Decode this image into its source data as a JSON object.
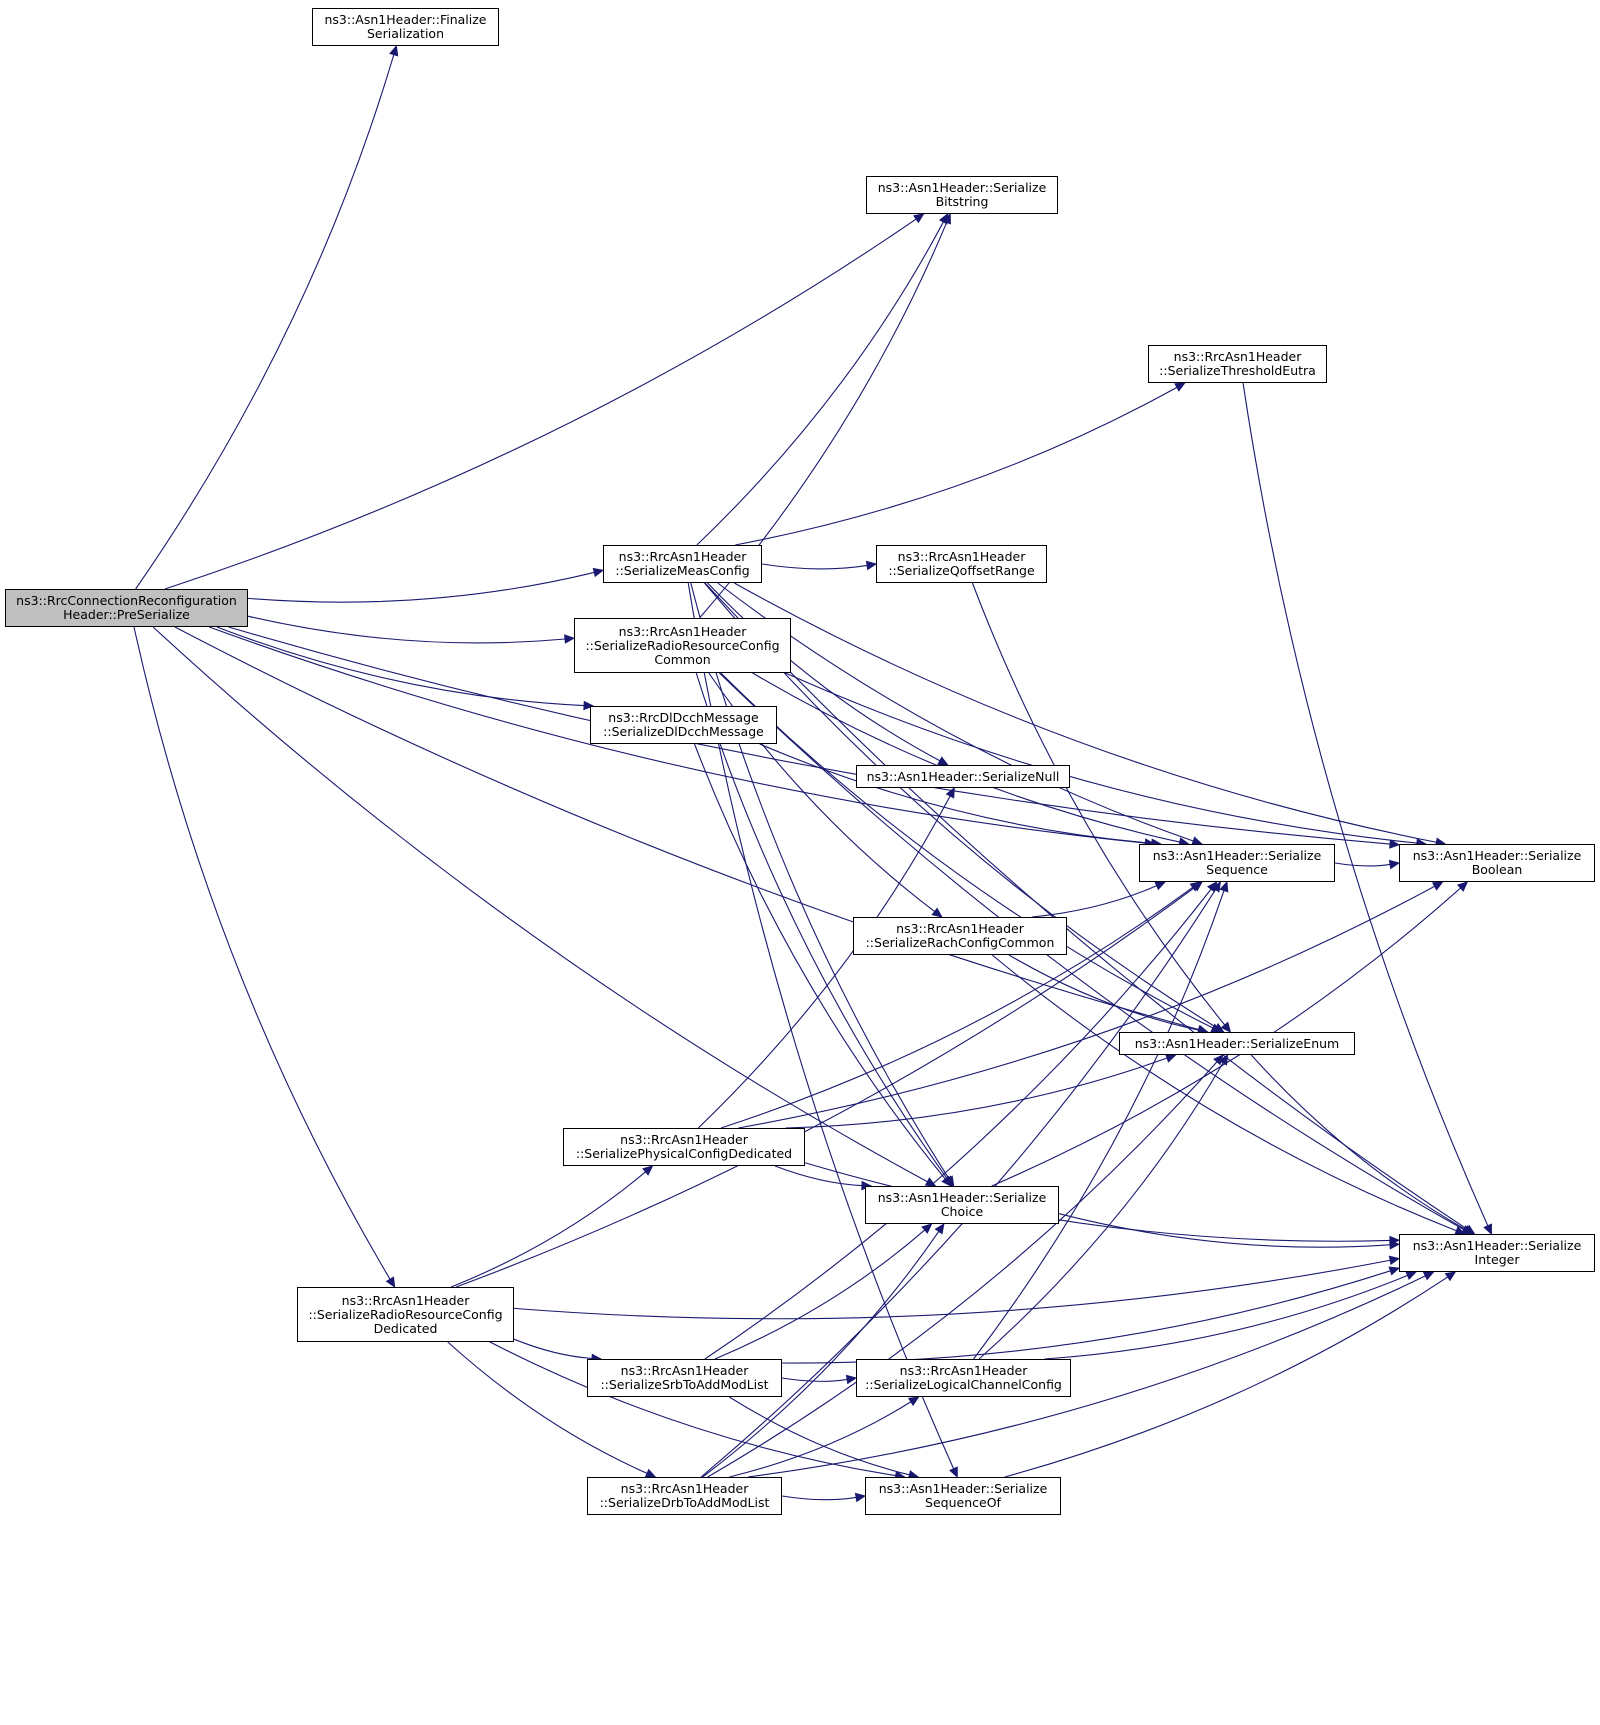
{
  "diagram": {
    "edge_color": "#191970",
    "root_fill": "#bfbfbf",
    "node_fill": "#ffffff",
    "nodes": {
      "root": {
        "line1": "ns3::RrcConnectionReconfiguration",
        "line2": "Header::PreSerialize"
      },
      "finalize": {
        "line1": "ns3::Asn1Header::Finalize",
        "line2": "Serialization"
      },
      "bitstring": {
        "line1": "ns3::Asn1Header::Serialize",
        "line2": "Bitstring"
      },
      "threshold": {
        "line1": "ns3::RrcAsn1Header",
        "line2": "::SerializeThresholdEutra"
      },
      "measconfig": {
        "line1": "ns3::RrcAsn1Header",
        "line2": "::SerializeMeasConfig"
      },
      "qoffset": {
        "line1": "ns3::RrcAsn1Header",
        "line2": "::SerializeQoffsetRange"
      },
      "rrccommon": {
        "line1": "ns3::RrcAsn1Header",
        "line2": "::SerializeRadioResourceConfig",
        "line3": "Common"
      },
      "dldcch": {
        "line1": "ns3::RrcDlDcchMessage",
        "line2": "::SerializeDlDcchMessage"
      },
      "null": {
        "line1": "ns3::Asn1Header::SerializeNull"
      },
      "sequence": {
        "line1": "ns3::Asn1Header::Serialize",
        "line2": "Sequence"
      },
      "boolean": {
        "line1": "ns3::Asn1Header::Serialize",
        "line2": "Boolean"
      },
      "rach": {
        "line1": "ns3::RrcAsn1Header",
        "line2": "::SerializeRachConfigCommon"
      },
      "enum": {
        "line1": "ns3::Asn1Header::SerializeEnum"
      },
      "physcfg": {
        "line1": "ns3::RrcAsn1Header",
        "line2": "::SerializePhysicalConfigDedicated"
      },
      "choice": {
        "line1": "ns3::Asn1Header::Serialize",
        "line2": "Choice"
      },
      "integer": {
        "line1": "ns3::Asn1Header::Serialize",
        "line2": "Integer"
      },
      "rrcded": {
        "line1": "ns3::RrcAsn1Header",
        "line2": "::SerializeRadioResourceConfig",
        "line3": "Dedicated"
      },
      "srb": {
        "line1": "ns3::RrcAsn1Header",
        "line2": "::SerializeSrbToAddModList"
      },
      "lcc": {
        "line1": "ns3::RrcAsn1Header",
        "line2": "::SerializeLogicalChannelConfig"
      },
      "drb": {
        "line1": "ns3::RrcAsn1Header",
        "line2": "::SerializeDrbToAddModList"
      },
      "seqof": {
        "line1": "ns3::Asn1Header::Serialize",
        "line2": "SequenceOf"
      }
    },
    "edges": [
      [
        "root",
        "finalize"
      ],
      [
        "root",
        "measconfig"
      ],
      [
        "root",
        "rrccommon"
      ],
      [
        "root",
        "dldcch"
      ],
      [
        "root",
        "bitstring"
      ],
      [
        "root",
        "sequence"
      ],
      [
        "root",
        "boolean"
      ],
      [
        "root",
        "enum"
      ],
      [
        "root",
        "choice"
      ],
      [
        "root",
        "rrcded"
      ],
      [
        "measconfig",
        "bitstring"
      ],
      [
        "measconfig",
        "threshold"
      ],
      [
        "measconfig",
        "qoffset"
      ],
      [
        "measconfig",
        "null"
      ],
      [
        "measconfig",
        "sequence"
      ],
      [
        "measconfig",
        "boolean"
      ],
      [
        "measconfig",
        "enum"
      ],
      [
        "measconfig",
        "integer"
      ],
      [
        "measconfig",
        "choice"
      ],
      [
        "measconfig",
        "seqof"
      ],
      [
        "threshold",
        "integer"
      ],
      [
        "qoffset",
        "enum"
      ],
      [
        "rrccommon",
        "bitstring"
      ],
      [
        "rrccommon",
        "sequence"
      ],
      [
        "rrccommon",
        "boolean"
      ],
      [
        "rrccommon",
        "rach"
      ],
      [
        "rrccommon",
        "enum"
      ],
      [
        "rrccommon",
        "integer"
      ],
      [
        "rrccommon",
        "choice"
      ],
      [
        "dldcch",
        "sequence"
      ],
      [
        "dldcch",
        "choice"
      ],
      [
        "sequence",
        "boolean"
      ],
      [
        "rach",
        "sequence"
      ],
      [
        "rach",
        "enum"
      ],
      [
        "rach",
        "integer"
      ],
      [
        "enum",
        "integer"
      ],
      [
        "physcfg",
        "null"
      ],
      [
        "physcfg",
        "sequence"
      ],
      [
        "physcfg",
        "enum"
      ],
      [
        "physcfg",
        "boolean"
      ],
      [
        "physcfg",
        "choice"
      ],
      [
        "physcfg",
        "integer"
      ],
      [
        "choice",
        "boolean"
      ],
      [
        "choice",
        "integer"
      ],
      [
        "rrcded",
        "sequence"
      ],
      [
        "rrcded",
        "physcfg"
      ],
      [
        "rrcded",
        "srb"
      ],
      [
        "rrcded",
        "drb"
      ],
      [
        "rrcded",
        "seqof"
      ],
      [
        "rrcded",
        "integer"
      ],
      [
        "srb",
        "choice"
      ],
      [
        "srb",
        "sequence"
      ],
      [
        "srb",
        "lcc"
      ],
      [
        "srb",
        "seqof"
      ],
      [
        "srb",
        "integer"
      ],
      [
        "lcc",
        "sequence"
      ],
      [
        "lcc",
        "enum"
      ],
      [
        "lcc",
        "integer"
      ],
      [
        "drb",
        "choice"
      ],
      [
        "drb",
        "lcc"
      ],
      [
        "drb",
        "seqof"
      ],
      [
        "drb",
        "sequence"
      ],
      [
        "drb",
        "enum"
      ],
      [
        "drb",
        "integer"
      ],
      [
        "seqof",
        "integer"
      ]
    ]
  }
}
